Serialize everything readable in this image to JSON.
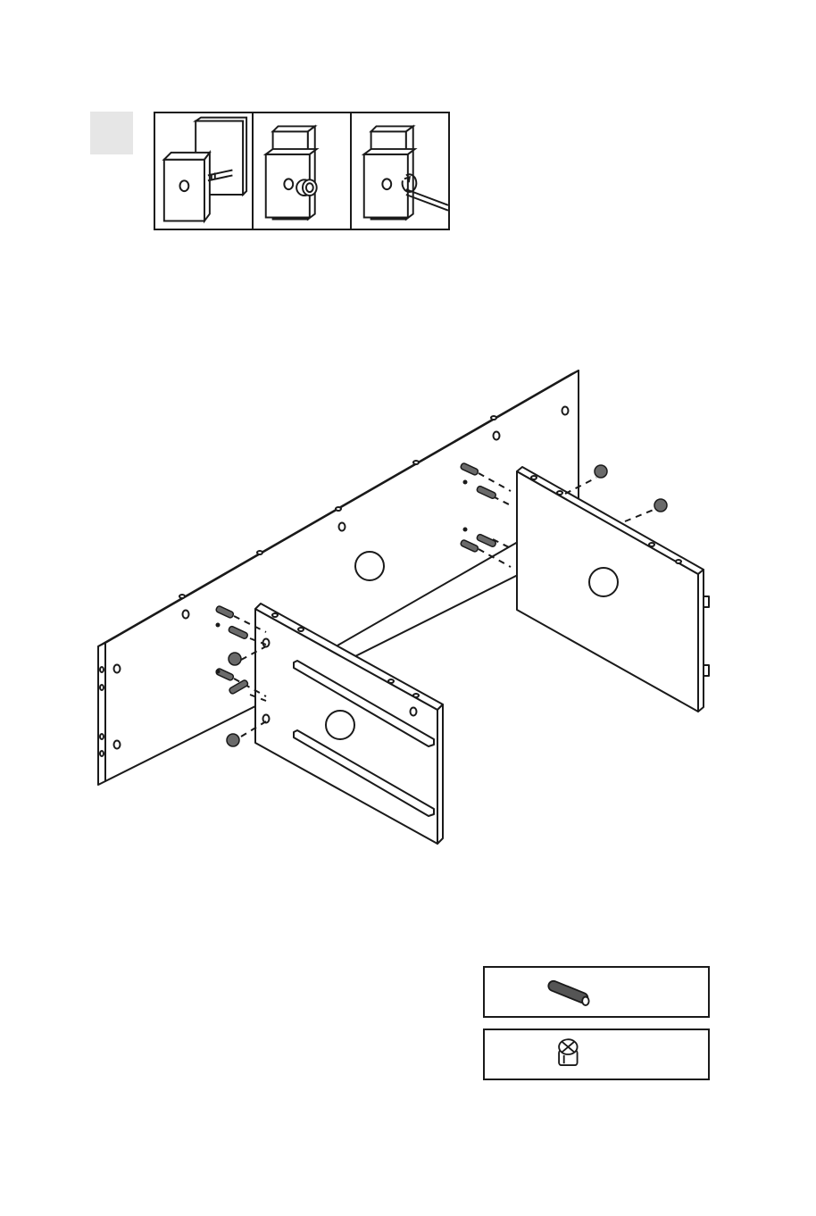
{
  "step": {
    "number": ""
  },
  "detail_panels": [
    {
      "id": "insert-bolt"
    },
    {
      "id": "seat-cam"
    },
    {
      "id": "tighten-cam"
    }
  ],
  "parts": [
    {
      "icon": "cam-bolt-icon",
      "quantity": ""
    },
    {
      "icon": "cam-lock-icon",
      "quantity": ""
    }
  ]
}
